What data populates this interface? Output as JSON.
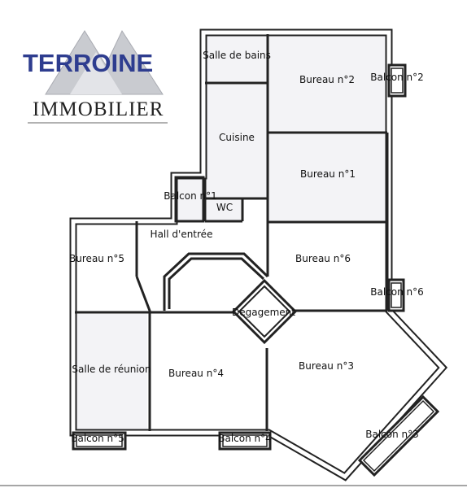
{
  "logo": {
    "name": "TERROINE",
    "subtitle": "IMMOBILIER"
  },
  "colors": {
    "wall": "#222222",
    "floor_shaded": "#f3f3f6",
    "floor_plain": "#ffffff",
    "logo_blue": "#2e3d8f",
    "logo_mountain": "#c9cbd0"
  },
  "rooms": {
    "salle_de_bains": "Salle de bains",
    "bureau_2": "Bureau n°2",
    "balcon_2": "Balcon n°2",
    "cuisine": "Cuisine",
    "bureau_1": "Bureau n°1",
    "balcon_1": "Balcon n°1",
    "wc": "WC",
    "hall": "Hall d'entrée",
    "bureau_5": "Bureau n°5",
    "bureau_6": "Bureau n°6",
    "balcon_6": "Balcon n°6",
    "degagement": "Dégagement",
    "salle_de_reunion": "Salle de réunion",
    "bureau_4": "Bureau n°4",
    "bureau_3": "Bureau n°3",
    "balcon_5": "Balcon n°5",
    "balcon_4": "Balcon n°4",
    "balcon_3": "Balcon n°3"
  }
}
